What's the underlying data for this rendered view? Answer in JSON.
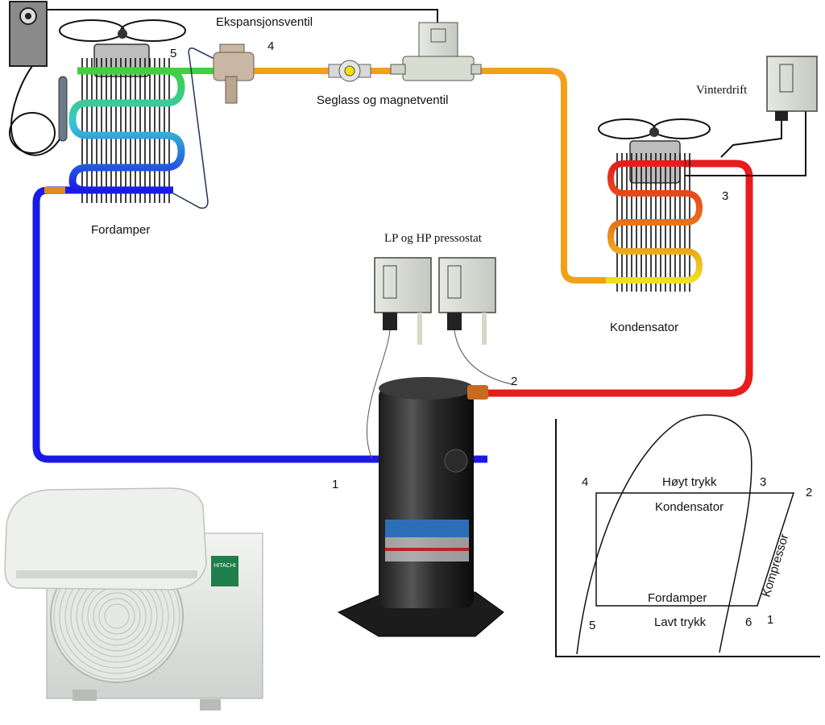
{
  "labels": {
    "expansion_valve": "Ekspansjonsventil",
    "sightglass_valve": "Seglass og magnetventil",
    "evaporator": "Fordamper",
    "condenser": "Kondensator",
    "pressostat": "LP og HP pressostat",
    "winter": "Vinterdrift"
  },
  "points": {
    "p1": "1",
    "p2": "2",
    "p3": "3",
    "p4": "4",
    "p5": "5"
  },
  "ph_diagram": {
    "high_pressure": "Høyt trykk",
    "condenser": "Kondensator",
    "evaporator": "Fordamper",
    "low_pressure": "Lavt trykk",
    "compressor": "Kompressor",
    "pts": {
      "p1": "1",
      "p2": "2",
      "p3": "3",
      "p4": "4",
      "p5": "5",
      "p6": "6"
    }
  },
  "colors": {
    "low_pressure_line": "#1a1ae6",
    "hot_gas_line": "#e81c1c",
    "liquid_line": "#f2a01a",
    "evaporator_outlet": "#3fd13f",
    "condenser_mid": "#e8701a",
    "condenser_end": "#f0e020"
  },
  "product": {
    "brand": "HITACHI"
  }
}
